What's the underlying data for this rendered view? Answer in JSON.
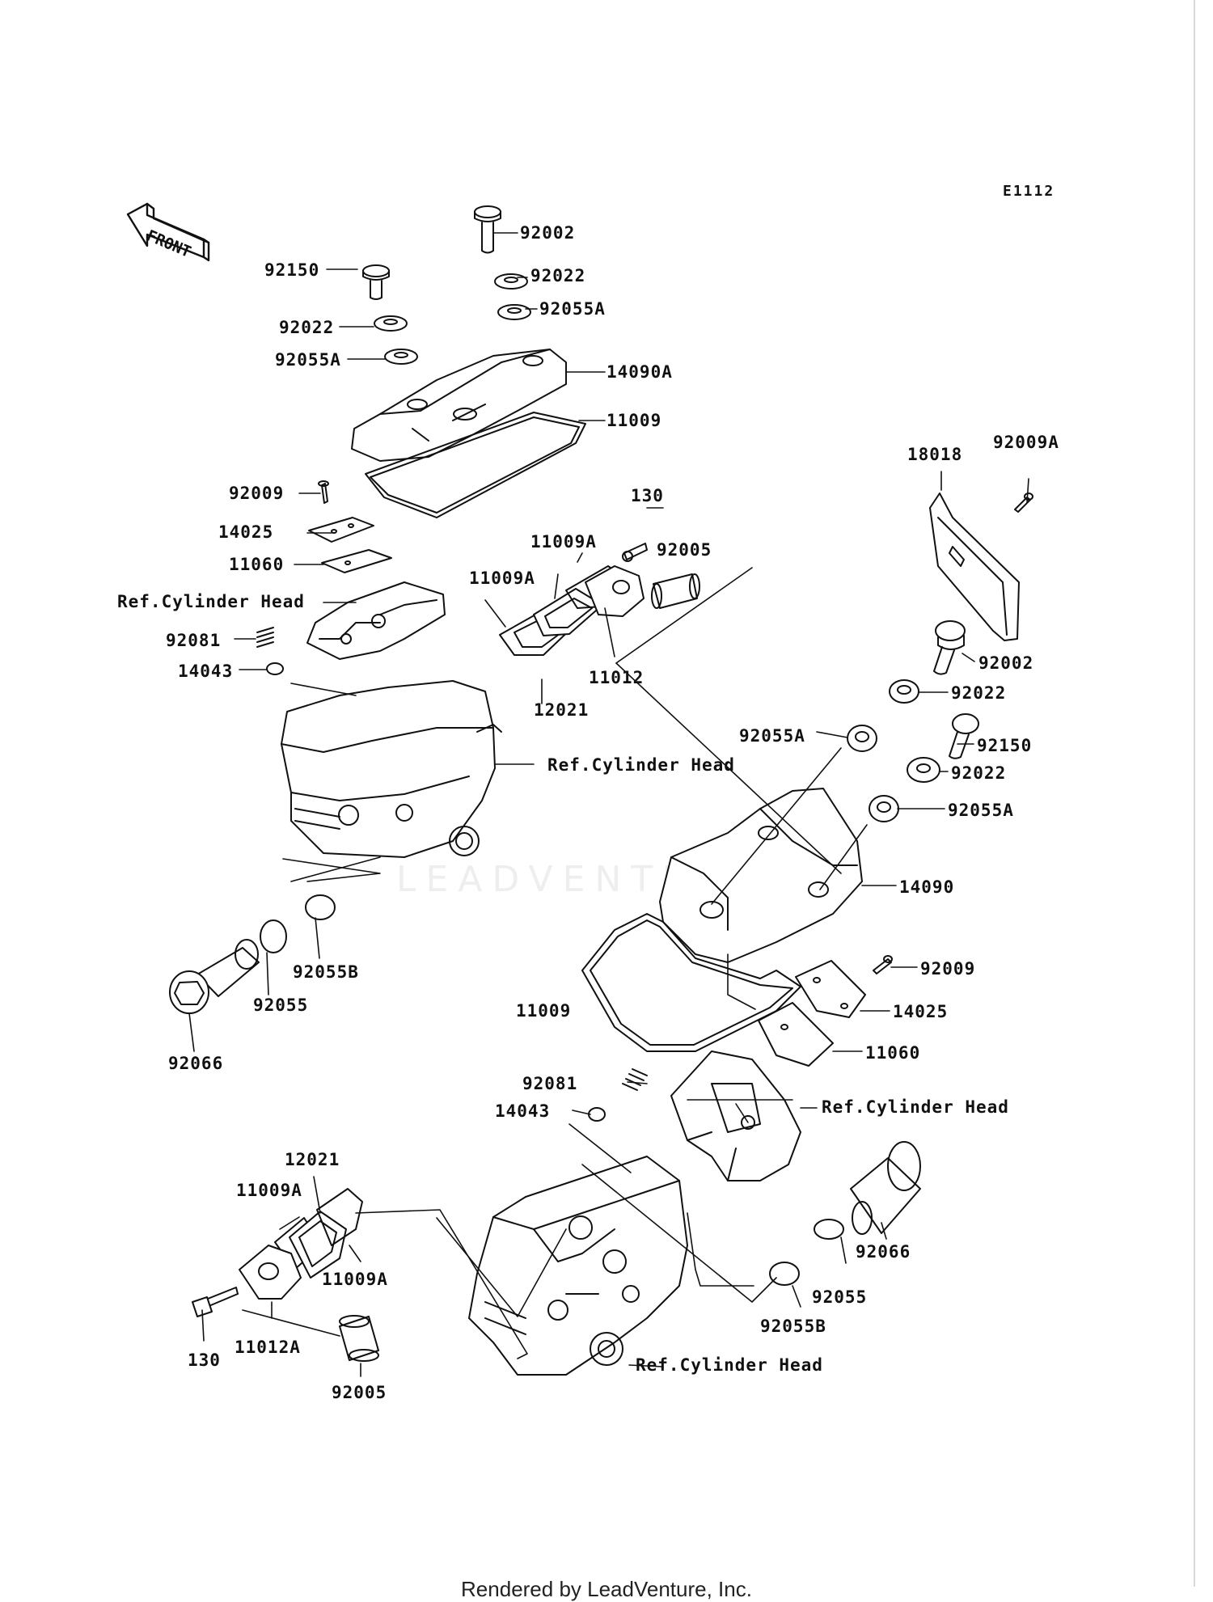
{
  "drawing_code": "E1112",
  "front_label": "FRONT",
  "watermark": "LEADVENTURE",
  "footer": "Rendered by LeadVenture, Inc.",
  "labels": {
    "p92002_top": "92002",
    "p92150_top": "92150",
    "p92022_top_right": "92022",
    "p92022_top_left": "92022",
    "p92055A_top_right": "92055A",
    "p92055A_top_left": "92055A",
    "p14090A": "14090A",
    "p11009_top": "11009",
    "p92009_top": "92009",
    "p14025_top": "14025",
    "p11060_top": "11060",
    "ref_head_1": "Ref.Cylinder Head",
    "p92081_top": "92081",
    "p14043_top": "14043",
    "p130_top": "130",
    "p11009A_top_a": "11009A",
    "p11009A_top_b": "11009A",
    "p92005_top": "92005",
    "p11012": "11012",
    "p12021_top": "12021",
    "ref_head_2": "Ref.Cylinder Head",
    "p92055B_left": "92055B",
    "p92055_left": "92055",
    "p92066_left": "92066",
    "p18018": "18018",
    "p92009A": "92009A",
    "p92002_right": "92002",
    "p92022_right_a": "92022",
    "p92055A_mid": "92055A",
    "p92150_right": "92150",
    "p92022_right_b": "92022",
    "p92055A_right": "92055A",
    "p14090": "14090",
    "p92009_right": "92009",
    "p14025_right": "14025",
    "p11009_bottom": "11009",
    "p11060_right": "11060",
    "p92081_bottom": "92081",
    "p14043_bottom": "14043",
    "ref_head_3": "Ref.Cylinder Head",
    "p12021_bottom": "12021",
    "p11009A_bottom_a": "11009A",
    "p11009A_bottom_b": "11009A",
    "p92066_right": "92066",
    "p92055_right": "92055",
    "p130_bottom": "130",
    "p11012A": "11012A",
    "p92055B_right": "92055B",
    "ref_head_4": "Ref.Cylinder Head",
    "p92005_bottom": "92005"
  }
}
